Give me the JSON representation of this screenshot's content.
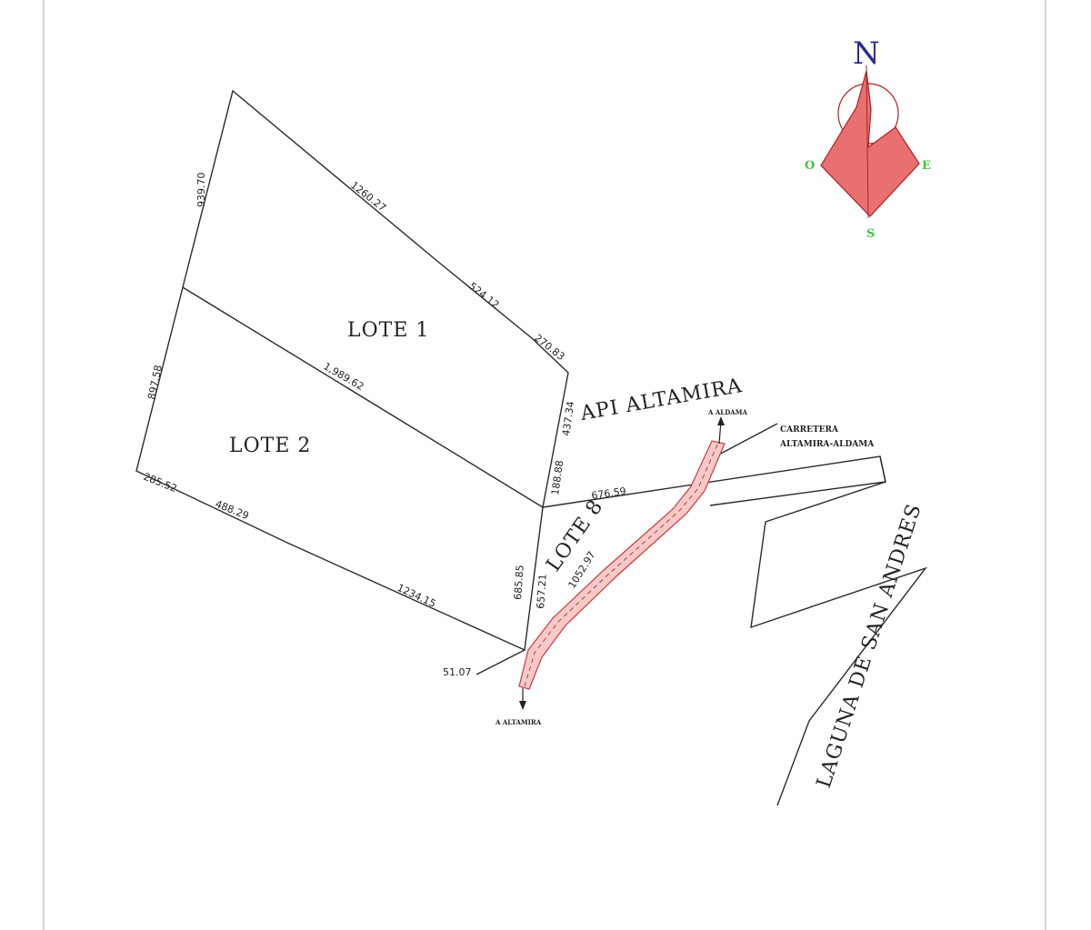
{
  "compass": {
    "north": "N",
    "south": "S",
    "east": "E",
    "west": "O"
  },
  "lots": {
    "lote1": "LOTE 1",
    "lote2": "LOTE 2",
    "lote8": "LOTE 8"
  },
  "labels": {
    "api": "API ALTAMIRA",
    "laguna": "LAGUNA DE SAN ANDRES",
    "carretera_line1": "CARRETERA",
    "carretera_line2": "ALTAMIRA-ALDAMA",
    "to_aldama": "A ALDAMA",
    "to_altamira": "A ALTAMIRA"
  },
  "dimensions": {
    "d_939_70": "939.70",
    "d_1260_27": "1260.27",
    "d_524_12": "524.12",
    "d_270_83": "270.83",
    "d_1989_62": "1,989.62",
    "d_897_58": "897.58",
    "d_437_34": "437.34",
    "d_188_88": "188.88",
    "d_676_59": "676.59",
    "d_285_52": "285.52",
    "d_488_29": "488.29",
    "d_1234_15": "1234.15",
    "d_685_85": "685.85",
    "d_657_21": "657.21",
    "d_1052_97": "1052.97",
    "d_51_07": "51.07"
  }
}
